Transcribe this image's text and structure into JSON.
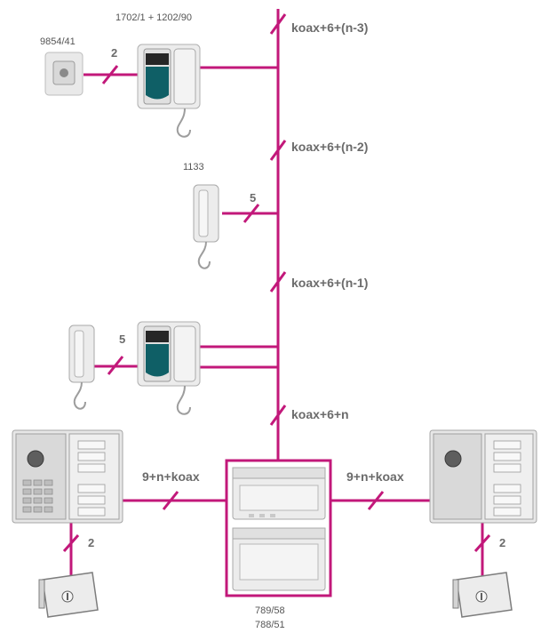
{
  "colors": {
    "wire": "#c2187a",
    "device_body": "#e6e6e6",
    "device_edge": "#a9a9a9",
    "screen": "#0f5f66",
    "text": "#555555"
  },
  "products": {
    "push_button": "9854/41",
    "video_monitor": "1702/1 + 1202/90",
    "handset": "1133",
    "power_supply_a": "789/58",
    "power_supply_b": "788/51"
  },
  "wire_labels": {
    "riser_top": "koax+6+(n-3)",
    "riser_2": "koax+6+(n-2)",
    "riser_3": "koax+6+(n-1)",
    "riser_bottom": "koax+6+n",
    "button_link": "2",
    "handset_link": "5",
    "lower_handset_link": "5",
    "left_panel_bus": "9+n+koax",
    "right_panel_bus": "9+n+koax",
    "left_lock_link": "2",
    "right_lock_link": "2"
  },
  "icons": {
    "monitor": "video-monitor-icon",
    "handset": "handset-icon",
    "button": "push-button-icon",
    "panel": "door-panel-icon",
    "lock": "electric-lock-icon",
    "psu": "power-supply-icon"
  }
}
